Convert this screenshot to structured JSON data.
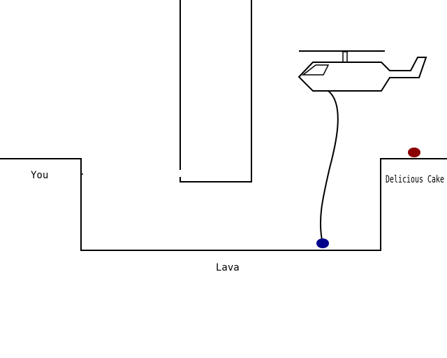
{
  "labels": {
    "player": "You",
    "lava": "Lava",
    "goal": "Delicious Cake"
  },
  "colors": {
    "background": "#ffffff",
    "line": "#000000",
    "cake": "#8b0000",
    "ball": "#00008b"
  },
  "icons": {
    "helicopter": "helicopter-icon",
    "cake": "cake-icon",
    "ball": "ball-icon"
  }
}
